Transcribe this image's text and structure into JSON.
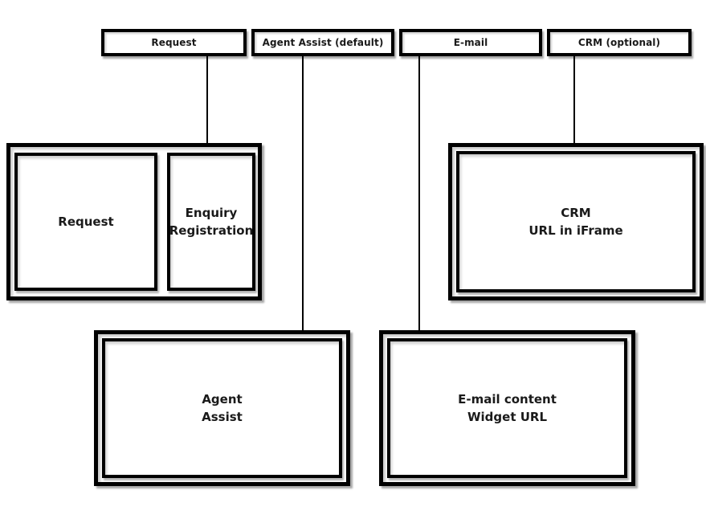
{
  "diagram": {
    "colors": {
      "border": "#000000",
      "background": "#ffffff",
      "shadow": "rgba(0,0,0,0.35)"
    },
    "tabs": [
      {
        "label": "Request"
      },
      {
        "label": "Agent Assist (default)"
      },
      {
        "label": "E-mail"
      },
      {
        "label": "CRM (optional)"
      }
    ],
    "request_group": {
      "request_label": "Request",
      "enquiry_line1": "Enquiry",
      "enquiry_line2": "Registration"
    },
    "crm_box": {
      "line1": "CRM",
      "line2": "URL in iFrame"
    },
    "agent_assist_box": {
      "line1": "Agent",
      "line2": "Assist"
    },
    "email_box": {
      "line1": "E-mail content",
      "line2": "Widget URL"
    }
  }
}
